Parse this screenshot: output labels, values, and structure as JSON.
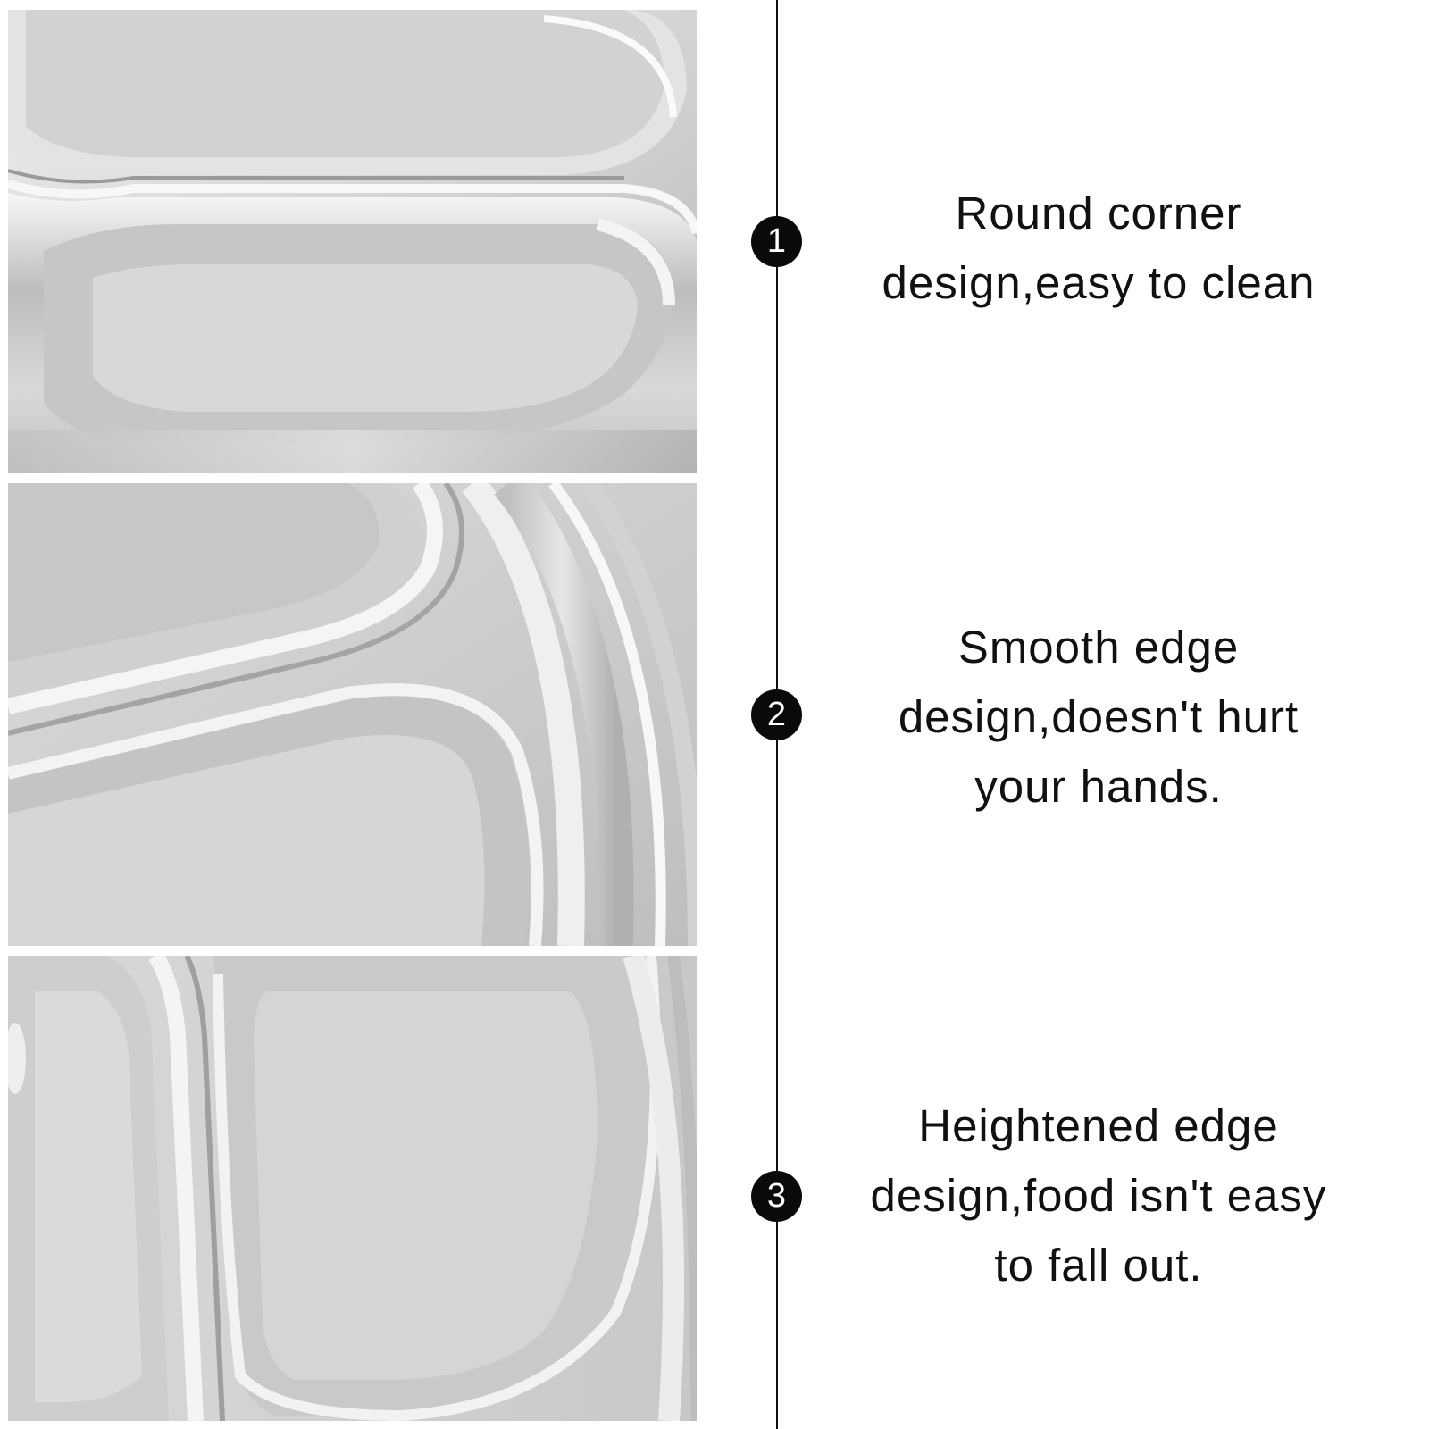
{
  "photos": [
    {
      "name": "round-corner-closeup"
    },
    {
      "name": "smooth-edge-closeup"
    },
    {
      "name": "heightened-edge-closeup"
    }
  ],
  "features": [
    {
      "number": "1",
      "lines": [
        "Round corner",
        "design,easy to clean"
      ]
    },
    {
      "number": "2",
      "lines": [
        "Smooth edge",
        "design,doesn't hurt",
        "your hands."
      ]
    },
    {
      "number": "3",
      "lines": [
        "Heightened edge",
        "design,food isn't easy",
        "to fall out."
      ]
    }
  ],
  "colors": {
    "background": "#ffffff",
    "text": "#111111",
    "divider": "#111111",
    "marker": "#0a0a0a",
    "steel_light": "#f2f2f2",
    "steel_mid": "#c9c9c9",
    "steel_dark": "#8d8d8d"
  }
}
